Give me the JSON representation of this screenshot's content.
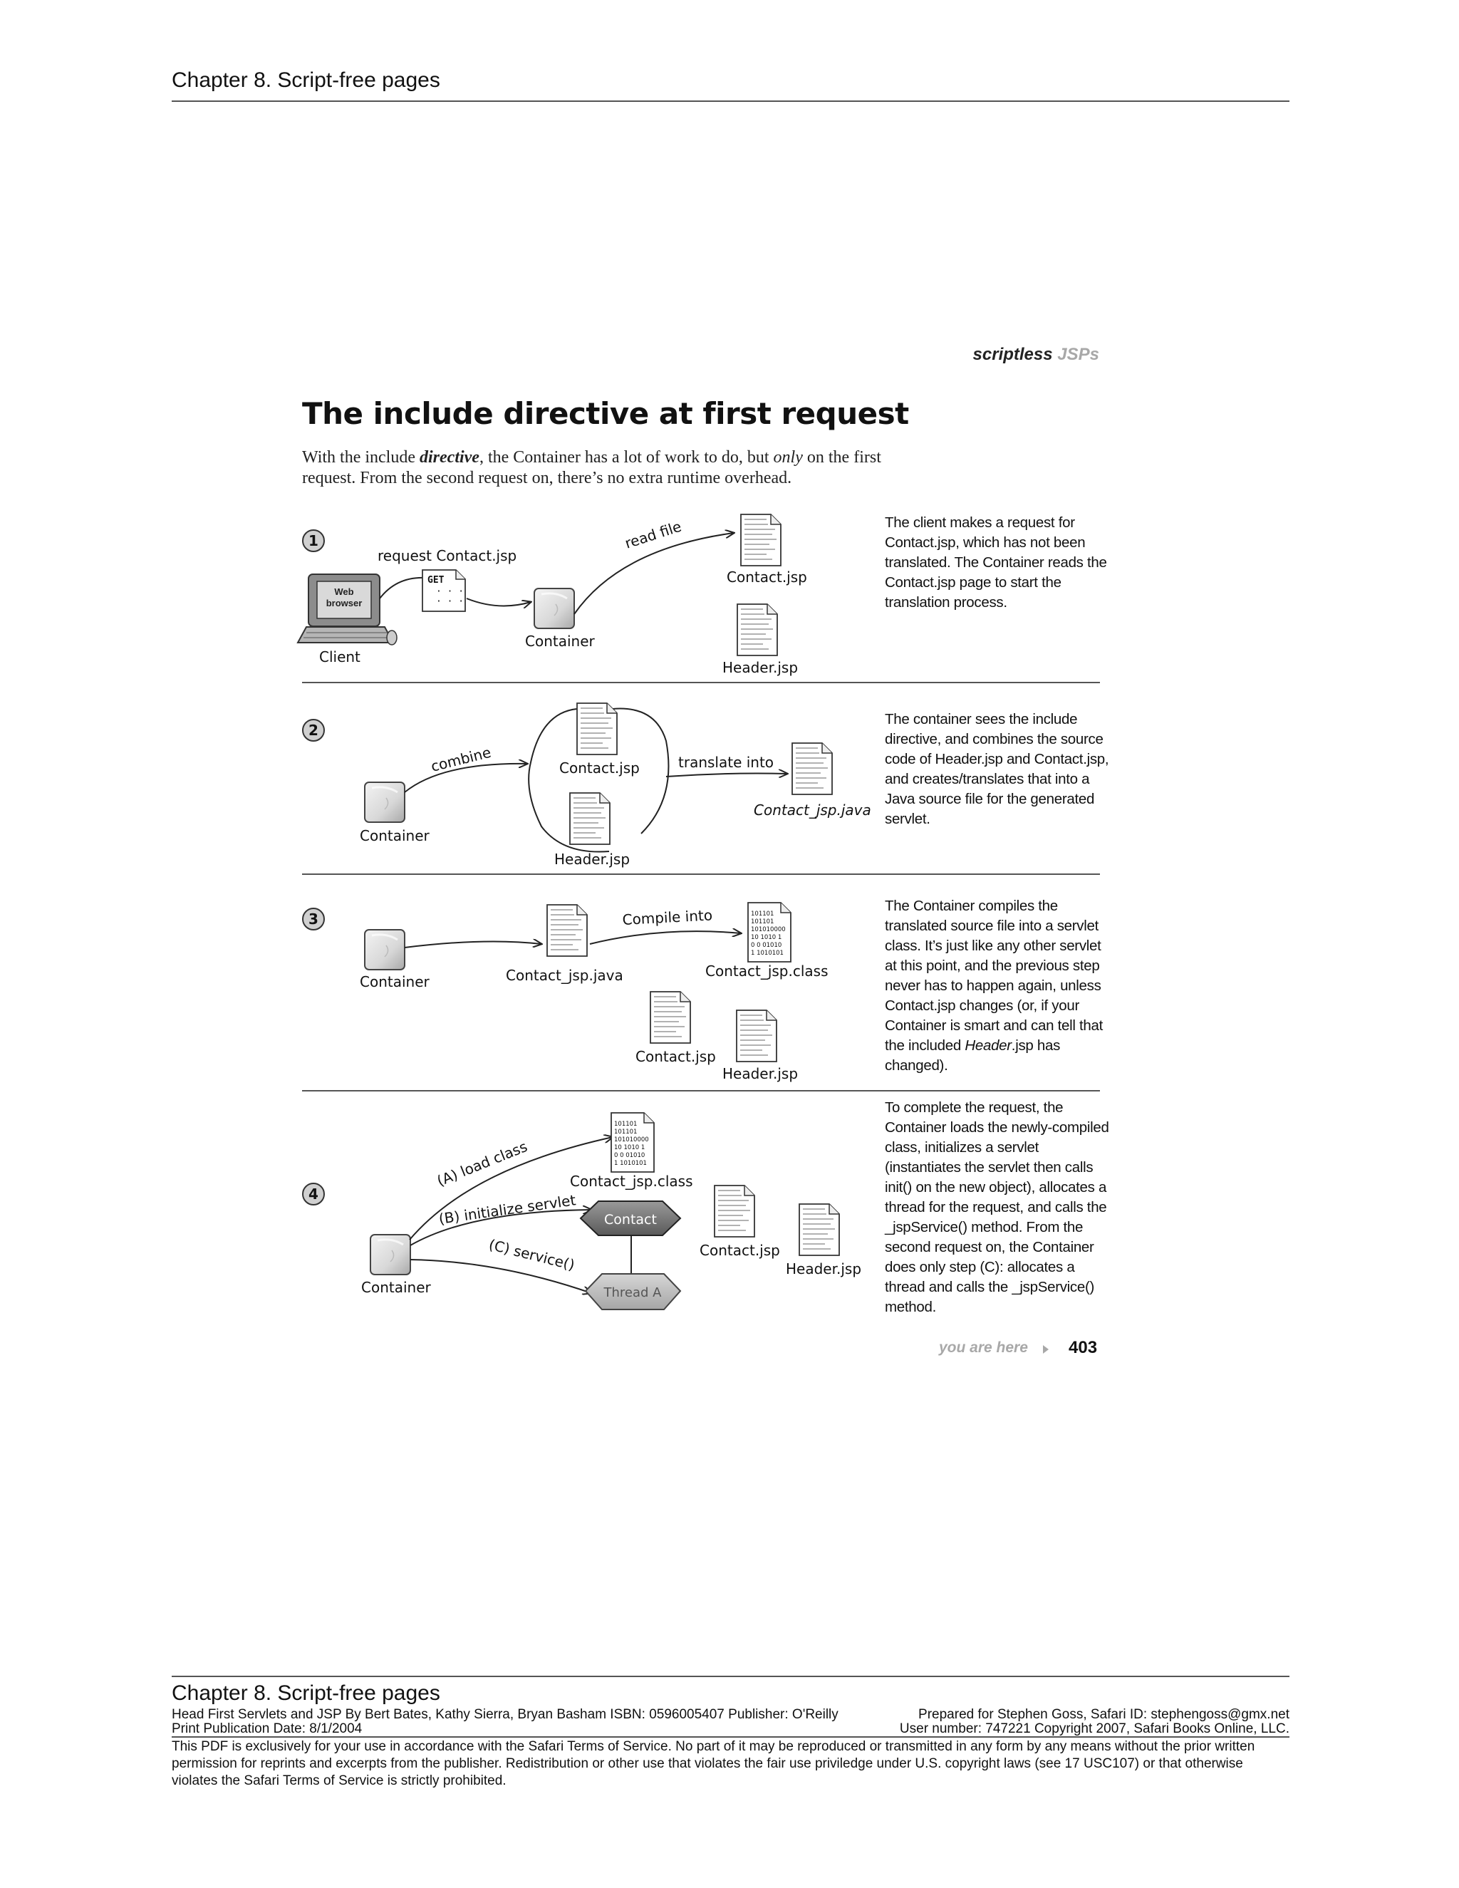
{
  "header": {
    "title": "Chapter 8. Script-free pages"
  },
  "running_head": {
    "bold": "scriptless",
    "gray": "JSPs"
  },
  "heading": "The include directive at first request",
  "intro": {
    "part1": "With the include ",
    "directive_word": "directive",
    "part2": ", the Container has a lot of work to do, but ",
    "only_word": "only",
    "part3": " on the first request. From the second request on, there’s no extra runtime overhead."
  },
  "steps": [
    {
      "number": "1",
      "description": "The client makes a request for Contact.jsp, which has not been translated. The Container reads the Contact.jsp page to start the translation process."
    },
    {
      "number": "2",
      "description": "The container sees the include directive, and combines the source code of Header.jsp and Contact.jsp, and creates/translates that into a Java source file for the generated servlet."
    },
    {
      "number": "3",
      "description_before": "The Container compiles the translated source file into a servlet class. It’s just like any other servlet at this point, and the previous step never has to happen again, unless Contact.jsp changes (or, if your Container is smart and can tell that the included ",
      "description_italic": "Header",
      "description_after": ".jsp has changed)."
    },
    {
      "number": "4",
      "description": "To complete the request, the Container loads the newly-compiled class, initializes a servlet (instantiates the servlet then calls init() on the new object), allocates a thread for the request, and calls the _jspService() method. From the second request on, the Container does only step (C): allocates a thread and calls the _jspService() method."
    }
  ],
  "diagram": {
    "step1": {
      "request_label": "request Contact.jsp",
      "get_label": "GET",
      "browser_label_1": "Web",
      "browser_label_2": "browser",
      "client_label": "Client",
      "container_label": "Container",
      "read_file_label": "read file",
      "contact_jsp": "Contact.jsp",
      "header_jsp": "Header.jsp"
    },
    "step2": {
      "combine_label": "combine",
      "contact_jsp": "Contact.jsp",
      "header_jsp": "Header.jsp",
      "translate_label": "translate into",
      "contact_java": "Contact_jsp.java",
      "container_label": "Container"
    },
    "step3": {
      "container_label": "Container",
      "contact_java": "Contact_jsp.java",
      "compile_label": "Compile into",
      "contact_class": "Contact_jsp.class",
      "contact_jsp": "Contact.jsp",
      "header_jsp": "Header.jsp",
      "binary_lines": [
        "101101",
        "101101",
        "101010000",
        "10 1010 1",
        "0 0 01010",
        "1 1010101"
      ]
    },
    "step4": {
      "load_class_label": "(A) load class",
      "init_label": "(B) initialize servlet",
      "service_label": "(C) service()",
      "contact_class": "Contact_jsp.class",
      "servlet_label": "Contact",
      "thread_label": "Thread A",
      "contact_jsp": "Contact.jsp",
      "header_jsp": "Header.jsp",
      "container_label": "Container",
      "binary_lines": [
        "101101",
        "101101",
        "101010000",
        "10 1010 1",
        "0 0 01010",
        "1 1010101"
      ]
    }
  },
  "page_footer": {
    "you_are_here": "you are here",
    "page_number": "403"
  },
  "footer": {
    "title": "Chapter 8. Script-free pages",
    "book_line": "Head First Servlets and JSP By Bert Bates, Kathy Sierra, Bryan Basham ISBN: 0596005407 Publisher: O'Reilly",
    "prepared_line": "Prepared for Stephen Goss, Safari ID: stephengoss@gmx.net",
    "pub_date": "Print Publication Date: 8/1/2004",
    "user_line": "User number: 747221 Copyright 2007, Safari Books Online, LLC.",
    "legal": "This PDF is exclusively for your use in accordance with the Safari Terms of Service. No part of it may be reproduced or transmitted in any form by any means without the prior written permission for reprints and excerpts from the publisher. Redistribution or other use that violates the fair use priviledge under U.S. copyright laws (see 17 USC107) or that otherwise violates the Safari Terms of Service is strictly prohibited."
  }
}
